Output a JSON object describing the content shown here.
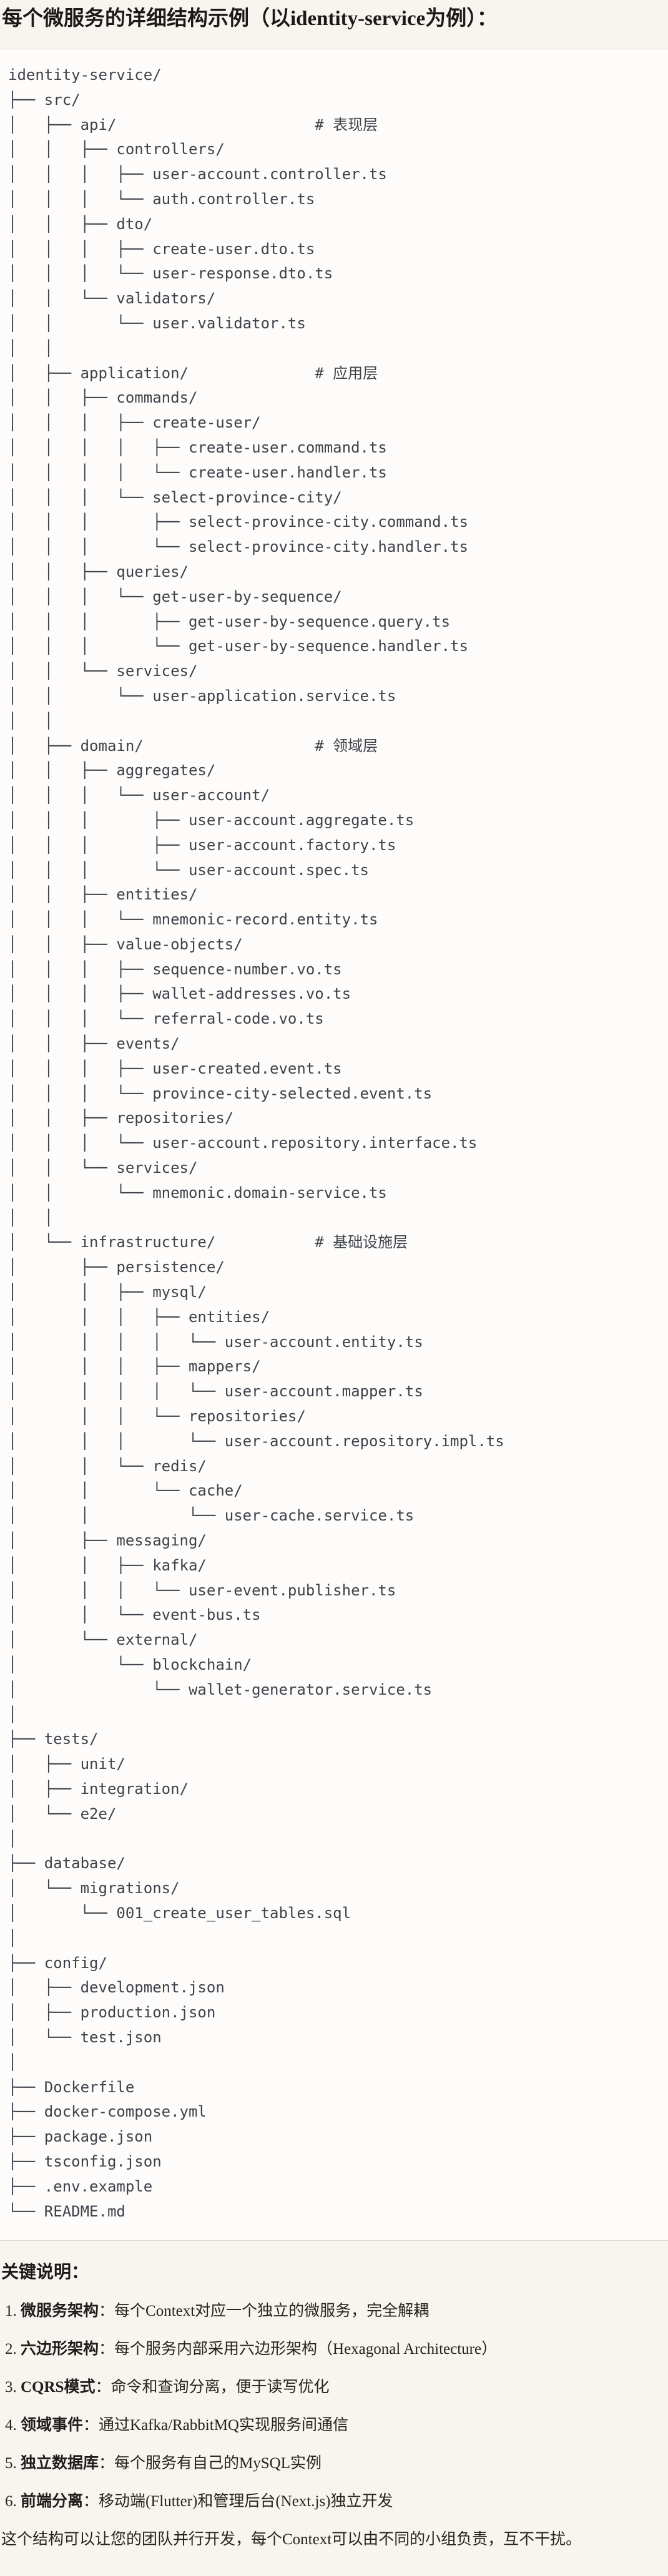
{
  "page": {
    "title": "每个微服务的详细结构示例（以identity-service为例）："
  },
  "tree": {
    "lines": [
      "identity-service/",
      "├── src/",
      "│   ├── api/                      # 表现层",
      "│   │   ├── controllers/",
      "│   │   │   ├── user-account.controller.ts",
      "│   │   │   └── auth.controller.ts",
      "│   │   ├── dto/",
      "│   │   │   ├── create-user.dto.ts",
      "│   │   │   └── user-response.dto.ts",
      "│   │   └── validators/",
      "│   │       └── user.validator.ts",
      "│   │",
      "│   ├── application/              # 应用层",
      "│   │   ├── commands/",
      "│   │   │   ├── create-user/",
      "│   │   │   │   ├── create-user.command.ts",
      "│   │   │   │   └── create-user.handler.ts",
      "│   │   │   └── select-province-city/",
      "│   │   │       ├── select-province-city.command.ts",
      "│   │   │       └── select-province-city.handler.ts",
      "│   │   ├── queries/",
      "│   │   │   └── get-user-by-sequence/",
      "│   │   │       ├── get-user-by-sequence.query.ts",
      "│   │   │       └── get-user-by-sequence.handler.ts",
      "│   │   └── services/",
      "│   │       └── user-application.service.ts",
      "│   │",
      "│   ├── domain/                   # 领域层",
      "│   │   ├── aggregates/",
      "│   │   │   └── user-account/",
      "│   │   │       ├── user-account.aggregate.ts",
      "│   │   │       ├── user-account.factory.ts",
      "│   │   │       └── user-account.spec.ts",
      "│   │   ├── entities/",
      "│   │   │   └── mnemonic-record.entity.ts",
      "│   │   ├── value-objects/",
      "│   │   │   ├── sequence-number.vo.ts",
      "│   │   │   ├── wallet-addresses.vo.ts",
      "│   │   │   └── referral-code.vo.ts",
      "│   │   ├── events/",
      "│   │   │   ├── user-created.event.ts",
      "│   │   │   └── province-city-selected.event.ts",
      "│   │   ├── repositories/",
      "│   │   │   └── user-account.repository.interface.ts",
      "│   │   └── services/",
      "│   │       └── mnemonic.domain-service.ts",
      "│   │",
      "│   └── infrastructure/           # 基础设施层",
      "│       ├── persistence/",
      "│       │   ├── mysql/",
      "│       │   │   ├── entities/",
      "│       │   │   │   └── user-account.entity.ts",
      "│       │   │   ├── mappers/",
      "│       │   │   │   └── user-account.mapper.ts",
      "│       │   │   └── repositories/",
      "│       │   │       └── user-account.repository.impl.ts",
      "│       │   └── redis/",
      "│       │       └── cache/",
      "│       │           └── user-cache.service.ts",
      "│       ├── messaging/",
      "│       │   ├── kafka/",
      "│       │   │   └── user-event.publisher.ts",
      "│       │   └── event-bus.ts",
      "│       └── external/",
      "│           └── blockchain/",
      "│               └── wallet-generator.service.ts",
      "│",
      "├── tests/",
      "│   ├── unit/",
      "│   ├── integration/",
      "│   └── e2e/",
      "│",
      "├── database/",
      "│   └── migrations/",
      "│       └── 001_create_user_tables.sql",
      "│",
      "├── config/",
      "│   ├── development.json",
      "│   ├── production.json",
      "│   └── test.json",
      "│",
      "├── Dockerfile",
      "├── docker-compose.yml",
      "├── package.json",
      "├── tsconfig.json",
      "├── .env.example",
      "└── README.md"
    ]
  },
  "notes": {
    "heading": "关键说明：",
    "items": [
      {
        "num": "1. ",
        "term": "微服务架构",
        "text": "：每个Context对应一个独立的微服务，完全解耦"
      },
      {
        "num": "2. ",
        "term": "六边形架构",
        "text": "：每个服务内部采用六边形架构（Hexagonal Architecture）"
      },
      {
        "num": "3. ",
        "term": "CQRS模式",
        "text": "：命令和查询分离，便于读写优化"
      },
      {
        "num": "4. ",
        "term": "领域事件",
        "text": "：通过Kafka/RabbitMQ实现服务间通信"
      },
      {
        "num": "5. ",
        "term": "独立数据库",
        "text": "：每个服务有自己的MySQL实例"
      },
      {
        "num": "6. ",
        "term": "前端分离",
        "text": "：移动端(Flutter)和管理后台(Next.js)独立开发"
      }
    ],
    "footer": "这个结构可以让您的团队并行开发，每个Context可以由不同的小组负责，互不干扰。"
  }
}
